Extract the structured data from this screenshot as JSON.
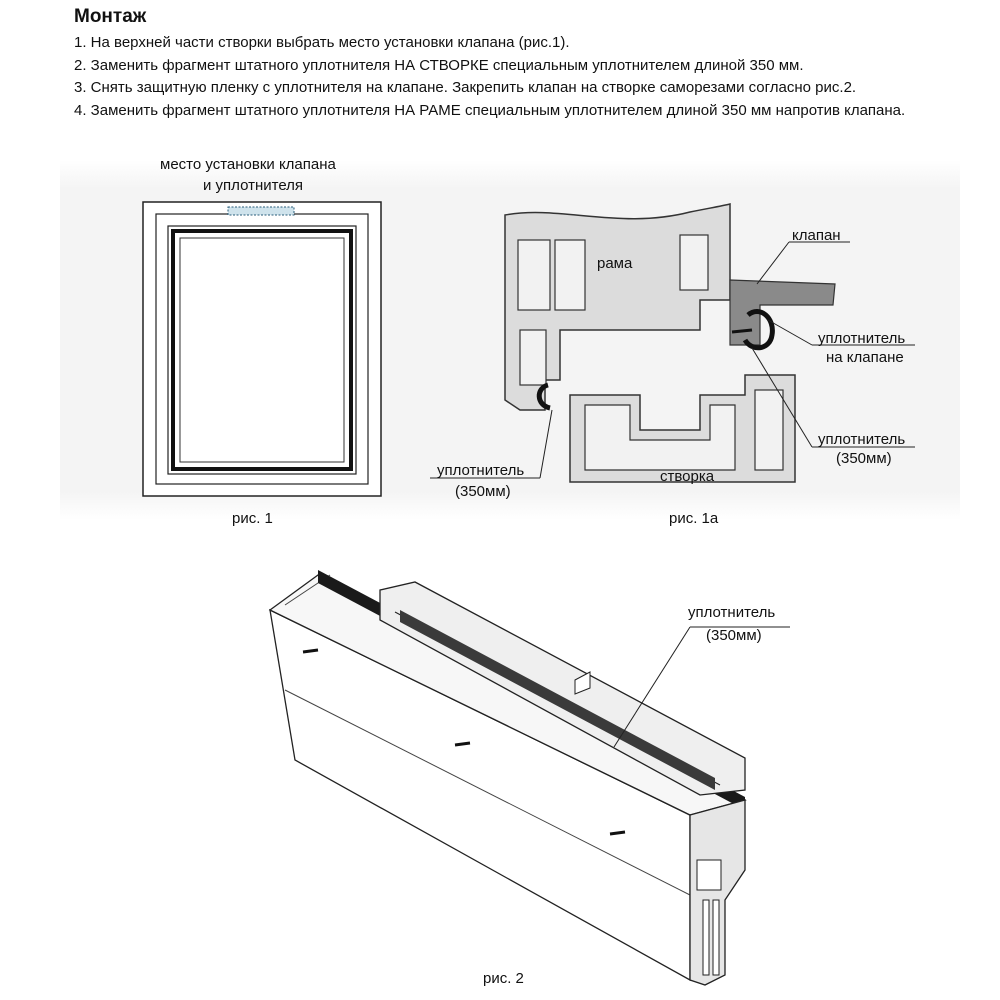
{
  "header": {
    "title": "Монтаж",
    "steps": [
      "1. На верхней части створки выбрать место установки клапана (рис.1).",
      "2. Заменить фрагмент штатного уплотнителя НА СТВОРКЕ специальным уплотнителем длиной 350 мм.",
      "3. Снять защитную пленку с уплотнителя на клапане. Закрепить клапан на створке саморезами согласно рис.2.",
      "4. Заменить фрагмент штатного уплотнителя НА РАМЕ специальным уплотнителем длиной 350 мм напротив клапана."
    ]
  },
  "fig1": {
    "label_line1": "место установки клапана",
    "label_line2": "и уплотнителя",
    "caption": "рис. 1"
  },
  "fig1a": {
    "frame": "рама",
    "sash": "створка",
    "valve": "клапан",
    "valve_seal_line1": "уплотнитель",
    "valve_seal_line2": "на клапане",
    "seal_right_line1": "уплотнитель",
    "seal_right_line2": "(350мм)",
    "seal_left_line1": "уплотнитель",
    "seal_left_line2": "(350мм)",
    "caption": "рис. 1а"
  },
  "fig2": {
    "seal_line1": "уплотнитель",
    "seal_line2": "(350мм)",
    "caption": "рис. 2"
  },
  "colors": {
    "profile_fill": "#dcdcdc",
    "seal": "#1a1a1a",
    "valve_fill": "#8a8a8a",
    "band": "#f4f4f4"
  }
}
